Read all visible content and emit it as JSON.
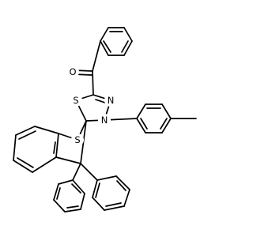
{
  "atoms": [
    {
      "id": "O",
      "label": "O",
      "color": "#000000"
    },
    {
      "id": "N1",
      "label": "N",
      "color": "#000000"
    },
    {
      "id": "N2",
      "label": "N",
      "color": "#000000"
    },
    {
      "id": "S1",
      "label": "S",
      "color": "#000000"
    },
    {
      "id": "S2",
      "label": "S",
      "color": "#000000"
    }
  ]
}
